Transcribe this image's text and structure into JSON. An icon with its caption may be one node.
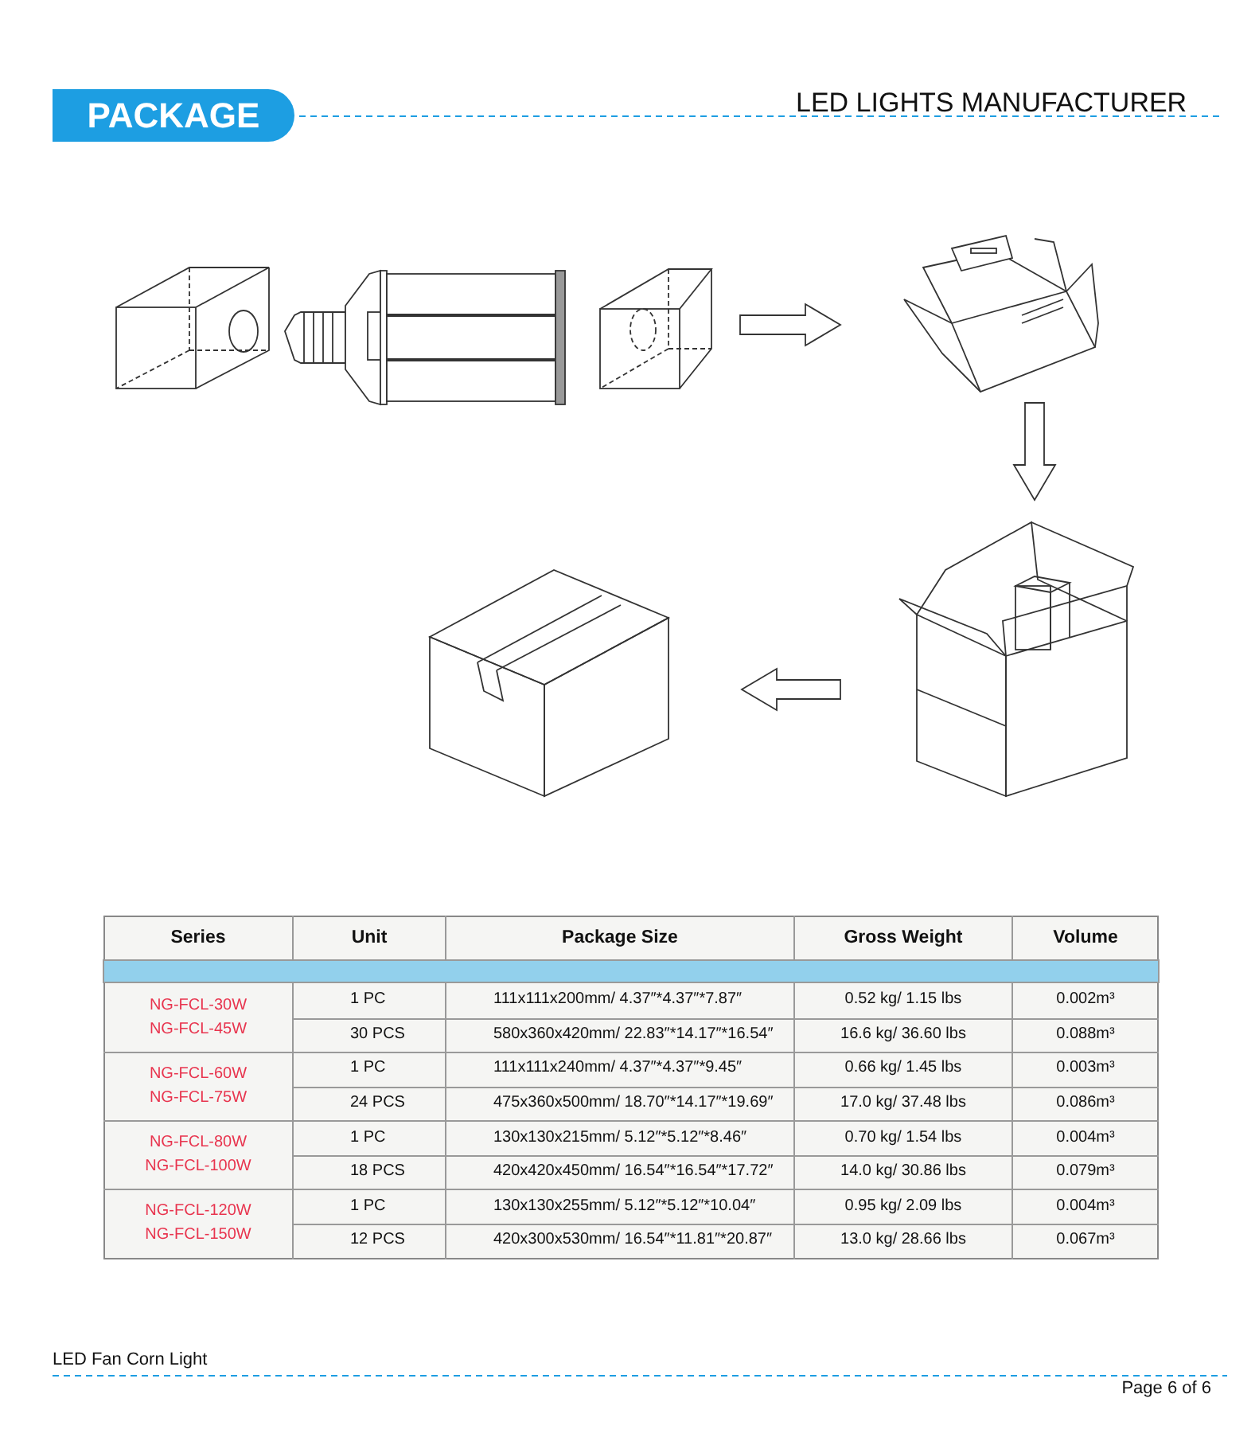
{
  "diagram": {
    "title": "PACKAGE",
    "nodes": [
      {
        "text": [],
        "shape": "picture"
      },
      {
        "text": [],
        "shape": "picture"
      },
      {
        "text": [],
        "shape": "picture"
      },
      {
        "text": [],
        "shape": "picture"
      }
    ],
    "edges": [
      {
        "from": 0,
        "to": 1,
        "arrow": "to"
      },
      {
        "from": 1,
        "to": 2,
        "arrow": "to"
      },
      {
        "from": 2,
        "to": 3,
        "arrow": "to"
      }
    ],
    "labels": [
      "LED LIGHTS MANUFACTURER",
      "Series",
      "Unit",
      "Package Size",
      "Gross Weight",
      "Volume",
      "NG-FCL-30W",
      "NG-FCL-45W",
      "1 PC",
      "111x111x200mm/ 4.37″*4.37″*7.87″",
      "0.52 kg/ 1.15 lbs",
      "0.002m³",
      "30 PCS",
      "580x360x420mm/ 22.83″*14.17″*16.54″",
      "16.6 kg/ 36.60 lbs",
      "0.088m³",
      "NG-FCL-60W",
      "NG-FCL-75W",
      "1 PC",
      "111x111x240mm/ 4.37″*4.37″*9.45″",
      "0.66 kg/ 1.45 lbs",
      "0.003m³",
      "24 PCS",
      "475x360x500mm/ 18.70″*14.17″*19.69″",
      "17.0 kg/ 37.48 lbs",
      "0.086m³",
      "NG-FCL-80W",
      "NG-FCL-100W",
      "1 PC",
      "130x130x215mm/ 5.12″*5.12″*8.46″",
      "0.70 kg/ 1.54 lbs",
      "0.004m³",
      "18 PCS",
      "420x420x450mm/ 16.54″*16.54″*17.72″",
      "14.0 kg/ 30.86 lbs",
      "0.079m³",
      "NG-FCL-120W",
      "NG-FCL-150W",
      "1 PC",
      "130x130x255mm/ 5.12″*5.12″*10.04″",
      "0.95 kg/ 2.09 lbs",
      "0.004m³",
      "12 PCS",
      "420x300x530mm/ 16.54″*11.81″*20.87″",
      "13.0 kg/ 28.66 lbs",
      "0.067m³",
      "LED Fan Corn Light",
      "Page 6 of 6"
    ]
  }
}
